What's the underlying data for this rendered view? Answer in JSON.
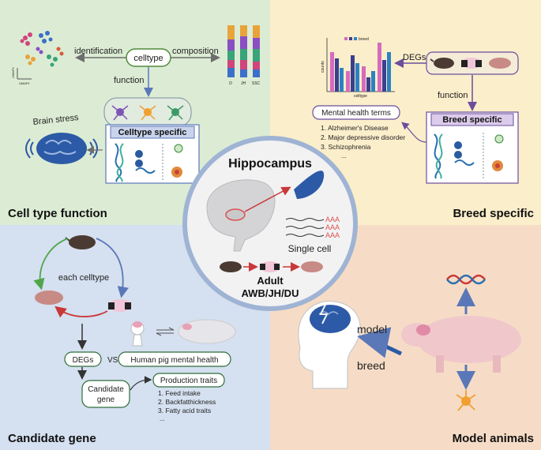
{
  "colors": {
    "q1_bg": "#dcecd4",
    "q2_bg": "#fbeecb",
    "q3_bg": "#d5e0f0",
    "q4_bg": "#f6dcc6",
    "box_green": "#2f6e3a",
    "box_purple": "#6a4e9b",
    "arrow_blue": "#5a78b8",
    "arrow_red": "#c93838",
    "arrow_green": "#4fa64a"
  },
  "quadrants": {
    "cell_type_function": {
      "title": "Cell type function",
      "celltype_label": "celltype",
      "identification_label": "identification",
      "composition_label": "composition",
      "function_label": "function",
      "celltype_specific_label": "Celltype specific",
      "brain_stress_label": "Brain stress",
      "umap_x_label": "UMAP1",
      "umap_y_label": "UMAP2",
      "composition_categories": [
        "D",
        "JH",
        "SSC"
      ]
    },
    "breed_specific": {
      "title": "Breed specific",
      "degs_label": "DEGs",
      "function_label": "function",
      "breed_specific_label": "Breed specific",
      "mental_health_title": "Mental health terms",
      "mental_health_terms": [
        "1.  Alzheimer's Disease",
        "2.  Major depressive disorder",
        "3.  Schizophrenia"
      ],
      "more": "...",
      "chart_legend": "breed",
      "chart_y_label": "counts",
      "chart_x_label": "celltype"
    },
    "center": {
      "title": "Hippocampus",
      "single_cell_label": "Single cell",
      "aaa_text": "AAA",
      "adult_label": "Adult",
      "breeds_label": "AWB/JH/DU"
    },
    "candidate_gene": {
      "title": "Candidate gene",
      "each_celltype_label": "each celltype",
      "degs_label": "DEGs",
      "vs_label": "VS",
      "human_pig_label": "Human pig mental health",
      "candidate_gene_label": [
        "Candidate",
        "gene"
      ],
      "production_title": "Production traits",
      "production_traits": [
        "1.  Feed intake",
        "2.  Backfatthickness",
        "3.  Fatty acid traits"
      ],
      "more": "..."
    },
    "model_animals": {
      "title": "Model animals",
      "model_label": "model",
      "breed_label": "breed"
    }
  }
}
